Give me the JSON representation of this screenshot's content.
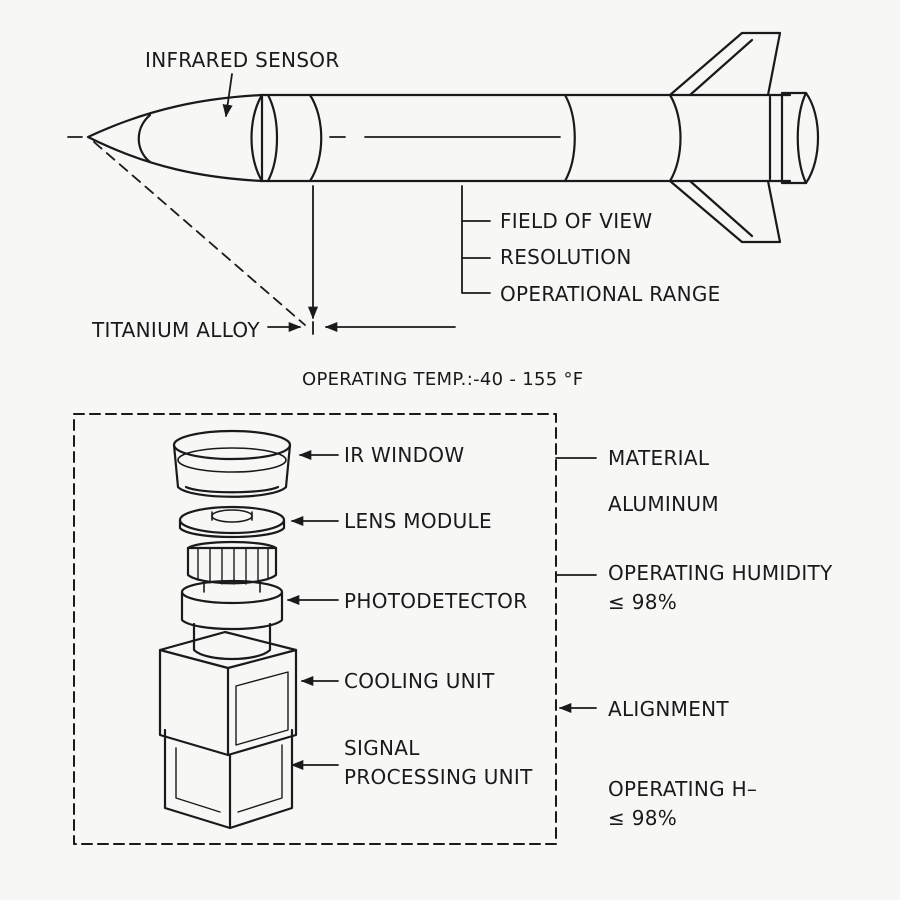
{
  "missile": {
    "infrared_sensor": "INFRARED SENSOR",
    "field_of_view": "FIELD OF VIEW",
    "resolution": "RESOLUTION",
    "operational_range": "OPERATIONAL RANGE",
    "titanium_alloy": "TITANIUM ALLOY",
    "operating_temp": "OPERATING TEMP.:-40 - 155 °F"
  },
  "components": {
    "ir_window": "IR WINDOW",
    "lens_module": "LENS MODULE",
    "photodetector": "PHOTODETECTOR",
    "cooling_unit": "COOLING UNIT",
    "signal_processing_line1": "SIGNAL",
    "signal_processing_line2": "PROCESSING UNIT"
  },
  "specs": {
    "material": "MATERIAL",
    "aluminum": "ALUMINUM",
    "operating_humidity": "OPERATING HUMIDITY",
    "humidity_value": "≤ 98%",
    "alignment": "ALIGNMENT",
    "operating_h": "OPERATING H–",
    "operating_h_value": "≤ 98%"
  }
}
